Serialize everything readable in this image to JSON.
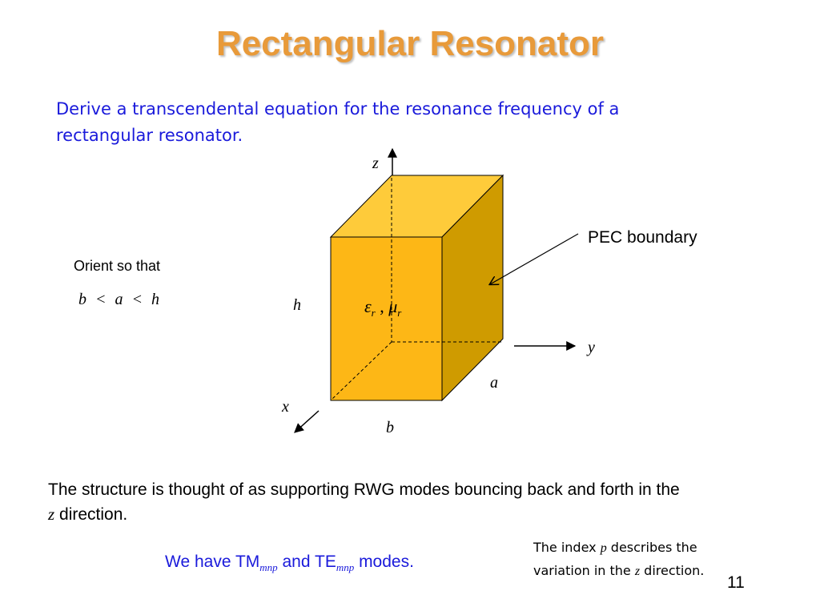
{
  "slide": {
    "title": "Rectangular Resonator",
    "subtitle": "Derive a transcendental equation for the resonance frequency of a rectangular resonator.",
    "orient_label": "Orient so that",
    "inequality": "b  <  a  < h",
    "pec_label": "PEC boundary",
    "material": {
      "eps": "ε",
      "eps_sub": "r",
      "sep": " , ",
      "mu": "μ",
      "mu_sub": "r"
    },
    "axes": {
      "z": "z",
      "y": "y",
      "x": "x",
      "h": "h",
      "a": "a",
      "b": "b"
    },
    "structure_text": {
      "part1": "The structure is thought of as supporting RWG modes bouncing back and forth in the ",
      "var": "z",
      "part2": " direction."
    },
    "modes_text": {
      "prefix": "We have TM",
      "tm_sub": "mnp",
      "middle": " and TE",
      "te_sub": "mnp",
      "suffix": " modes."
    },
    "note_text": {
      "part1": "The index ",
      "var1": "p",
      "part2": " describes the variation in the ",
      "var2": "z",
      "part3": " direction."
    },
    "page_number": "11"
  },
  "colors": {
    "title": "#e89a3a",
    "subtitle": "#1a1adb",
    "box_front": "#fdb716",
    "box_top": "#fecb3a",
    "box_side": "#cf9b00"
  }
}
